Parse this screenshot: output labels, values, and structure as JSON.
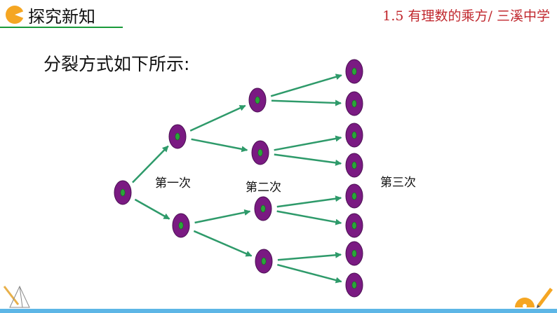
{
  "header": {
    "section_title": "探究新知",
    "lesson_title": "1.5 有理数的乘方/ 三溪中学"
  },
  "intro_text": "分裂方式如下所示:",
  "generations": [
    {
      "label": "第一次",
      "cells": 2
    },
    {
      "label": "第二次",
      "cells": 4
    },
    {
      "label": "第三次",
      "cells": 8
    }
  ],
  "colors": {
    "cell_fill": "#7a1a82",
    "cell_nucleus": "#2aa639",
    "arrow": "#2e9a6a",
    "header_accent": "#f5a623",
    "header_rule": "#1a9a3a",
    "lesson_title": "#c0272d",
    "bottom_bar": "#5db6e6"
  },
  "icons": {
    "header": "pie-chart-icon",
    "bottom_left": "pyramid-icon",
    "bottom_right": "ruler-pencil-icon"
  }
}
